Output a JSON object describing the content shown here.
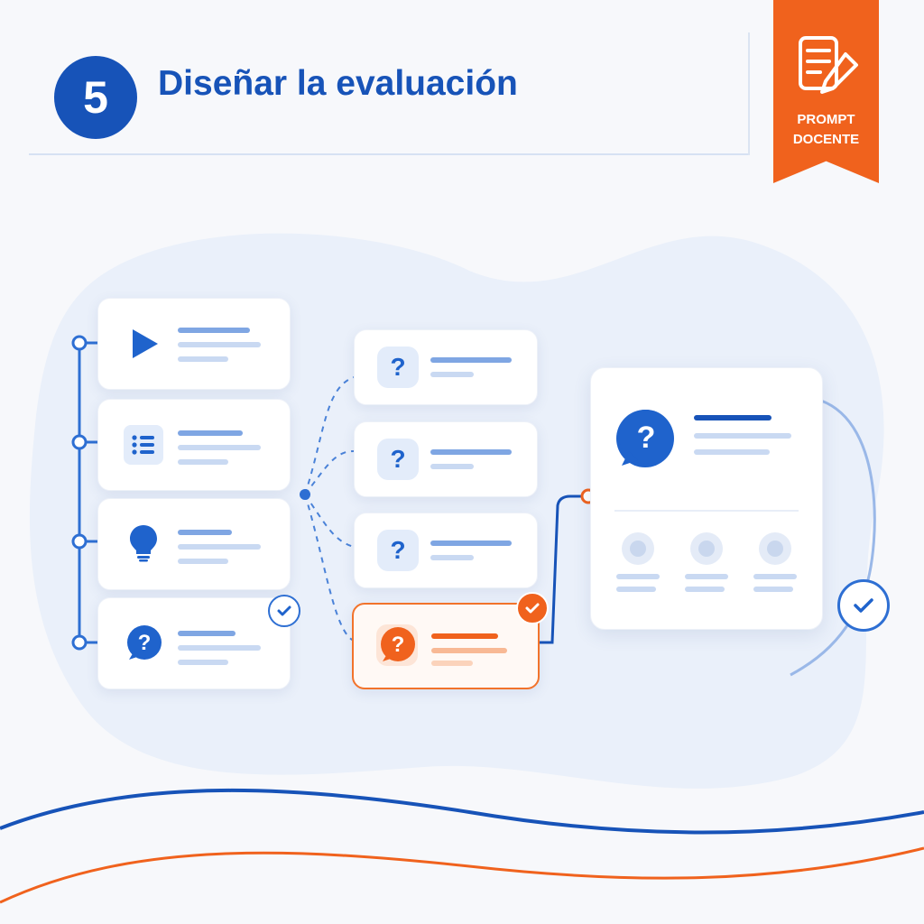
{
  "header": {
    "step_number": "5",
    "title": "Diseñar la evaluación"
  },
  "ribbon": {
    "text": "PROMPT\nDOCENTE",
    "icon": "document-pencil-icon",
    "color": "#f0621d"
  },
  "colors": {
    "primary": "#1753b8",
    "accent": "#f0621d",
    "light_blue": "#c9d9f2"
  },
  "resource_cards": [
    {
      "icon": "play-icon"
    },
    {
      "icon": "list-icon"
    },
    {
      "icon": "lightbulb-icon"
    },
    {
      "icon": "question-bubble-icon",
      "checked": true
    }
  ],
  "question_cards": [
    {
      "icon": "question-icon",
      "symbol": "?",
      "selected": false
    },
    {
      "icon": "question-icon",
      "symbol": "?",
      "selected": false
    },
    {
      "icon": "question-icon",
      "symbol": "?",
      "selected": false
    },
    {
      "icon": "question-icon",
      "symbol": "?",
      "selected": true,
      "checked": true
    }
  ],
  "assessment_card": {
    "icon": "question-bubble-icon",
    "symbol": "?",
    "options_count": 3,
    "completion_icon": "check-circle-icon"
  }
}
